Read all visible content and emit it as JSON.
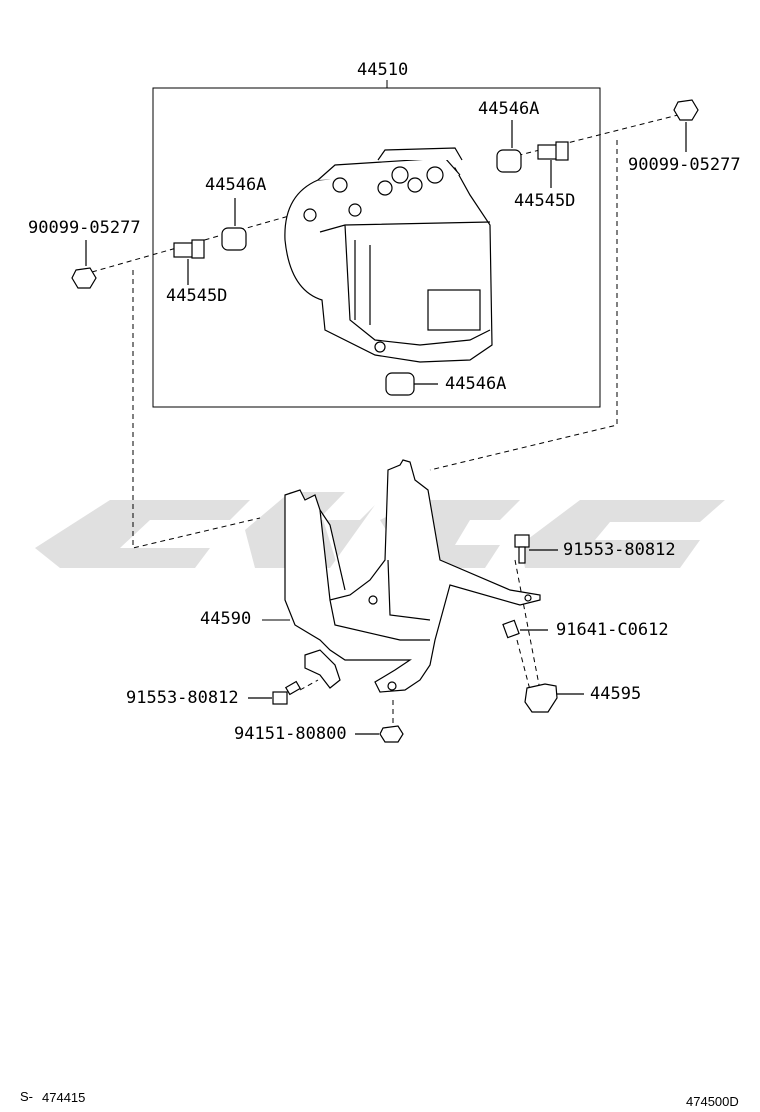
{
  "labels": {
    "assembly": "44510",
    "cap_top_right": "44546A",
    "cap_left": "44546A",
    "cap_bottom": "44546A",
    "union_right": "44545D",
    "union_left": "44545D",
    "nut_right": "90099-05277",
    "nut_left": "90099-05277",
    "bracket": "44590",
    "bolt_right": "91553-80812",
    "bolt_left": "91553-80812",
    "screw_right": "91641-C0612",
    "nut_bottom": "94151-80800",
    "clamp": "44595"
  },
  "footer": {
    "left_prefix": "S-",
    "left_code": "474415",
    "right_code": "474500D"
  },
  "colors": {
    "line": "#000000",
    "watermark": "#e0e0e0",
    "background": "#ffffff"
  }
}
